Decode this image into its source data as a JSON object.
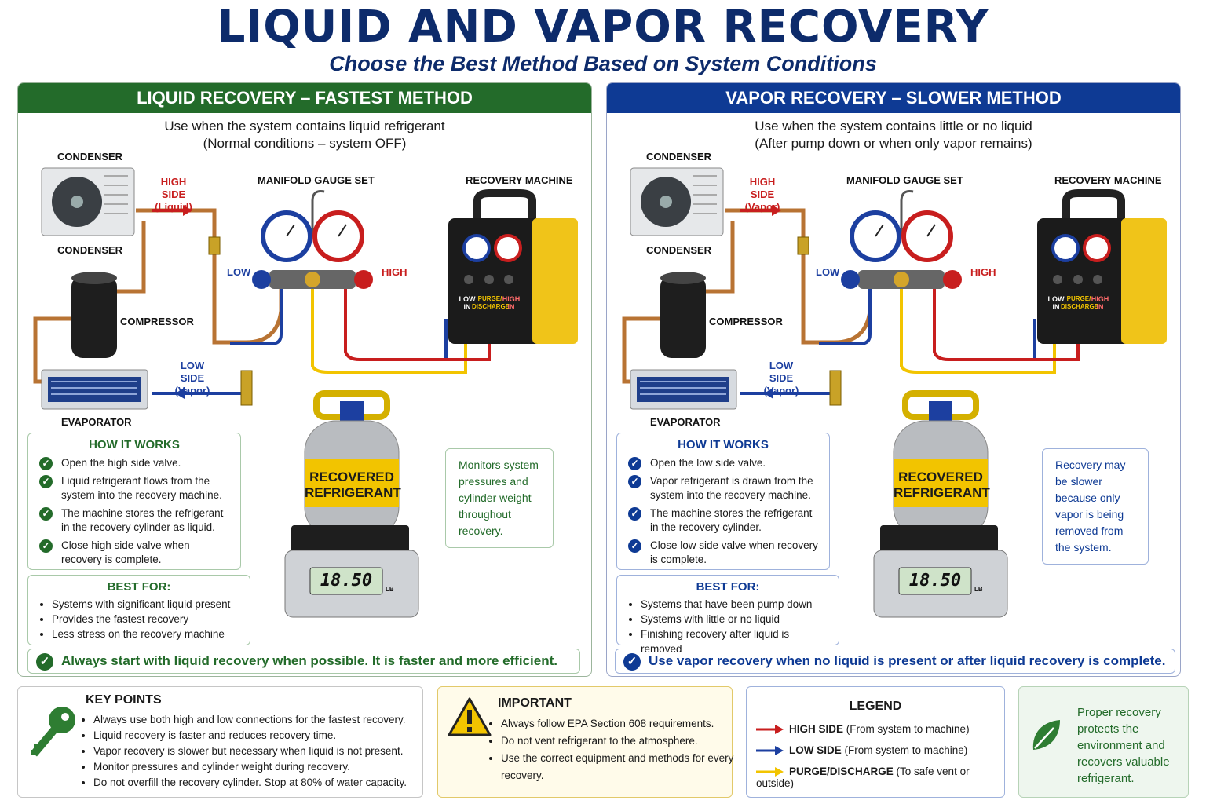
{
  "title": "LIQUID AND VAPOR RECOVERY",
  "subtitle": "Choose the Best Method Based on System Conditions",
  "colors": {
    "green": "#236b2a",
    "blue": "#0e3a94",
    "red": "#c81e1e",
    "yellow": "#f2c400"
  },
  "liquid": {
    "heading": "LIQUID RECOVERY – FASTEST METHOD",
    "use_line1": "Use when the system contains liquid refrigerant",
    "use_line2": "(Normal conditions – system OFF)",
    "condenser_top": "CONDENSER",
    "condenser_bottom": "CONDENSER",
    "compressor": "COMPRESSOR",
    "evaporator": "EVAPORATOR",
    "high_side": "HIGH SIDE",
    "high_side_state": "(Liquid)",
    "low_side": "LOW SIDE",
    "low_side_state": "(Vapor)",
    "manifold": "MANIFOLD GAUGE SET",
    "low": "LOW",
    "high": "HIGH",
    "machine": "RECOVERY MACHINE",
    "port_low_1": "LOW",
    "port_low_2": "IN",
    "port_purge_1": "PURGE/",
    "port_purge_2": "DISCHARGE",
    "port_high_1": "HIGH",
    "port_high_2": "IN",
    "cylinder_1": "RECOVERED",
    "cylinder_2": "REFRIGERANT",
    "scale_reading": "18.50",
    "scale_unit": "LB",
    "how_title": "HOW IT WORKS",
    "steps": [
      "Open the high side valve.",
      "Liquid refrigerant flows from the system into the recovery machine.",
      "The machine stores the refrigerant in the recovery cylinder as liquid.",
      "Close high side valve when recovery is complete."
    ],
    "best_title": "BEST FOR:",
    "best": [
      "Systems with significant liquid present",
      "Provides the fastest recovery",
      "Less stress on the recovery machine"
    ],
    "note": "Monitors system pressures and cylinder weight throughout recovery.",
    "footer": "Always start with liquid recovery when possible. It is faster and more efficient."
  },
  "vapor": {
    "heading": "VAPOR RECOVERY – SLOWER METHOD",
    "use_line1": "Use when the system contains little or no liquid",
    "use_line2": "(After pump down or when only vapor remains)",
    "condenser_top": "CONDENSER",
    "condenser_bottom": "CONDENSER",
    "compressor": "COMPRESSOR",
    "evaporator": "EVAPORATOR",
    "high_side": "HIGH SIDE",
    "high_side_state": "(Vapor)",
    "low_side": "LOW SIDE",
    "low_side_state": "(Vapor)",
    "manifold": "MANIFOLD GAUGE SET",
    "low": "LOW",
    "high": "HIGH",
    "machine": "RECOVERY MACHINE",
    "port_low_1": "LOW",
    "port_low_2": "IN",
    "port_purge_1": "PURGE/",
    "port_purge_2": "DISCHARGE",
    "port_high_1": "HIGH",
    "port_high_2": "IN",
    "cylinder_1": "RECOVERED",
    "cylinder_2": "REFRIGERANT",
    "scale_reading": "18.50",
    "scale_unit": "LB",
    "how_title": "HOW IT WORKS",
    "steps": [
      "Open the low side valve.",
      "Vapor refrigerant is drawn from the system into the recovery machine.",
      "The machine stores the refrigerant in the recovery cylinder.",
      "Close low side valve when recovery is complete."
    ],
    "best_title": "BEST FOR:",
    "best": [
      "Systems that have been pump down",
      "Systems with little or no liquid",
      "Finishing recovery after liquid is removed"
    ],
    "note": "Recovery may be slower because only vapor is being removed from the system.",
    "footer": "Use vapor recovery when no liquid is present or after liquid recovery is complete."
  },
  "key_points": {
    "title": "KEY POINTS",
    "icon": "key-icon",
    "items": [
      "Always use both high and low connections for the fastest recovery.",
      "Liquid recovery is faster and reduces recovery time.",
      "Vapor recovery is slower but necessary when liquid is not present.",
      "Monitor pressures and cylinder weight during recovery.",
      "Do not overfill the recovery cylinder. Stop at 80% of water capacity."
    ]
  },
  "important": {
    "title": "IMPORTANT",
    "icon": "warning-icon",
    "items": [
      "Always follow EPA Section 608 requirements.",
      "Do not vent refrigerant to the atmosphere.",
      "Use the correct equipment and methods for every recovery."
    ]
  },
  "legend": {
    "title": "LEGEND",
    "rows": [
      {
        "label": "HIGH SIDE",
        "desc": "(From system to machine)",
        "color": "#c81e1e"
      },
      {
        "label": "LOW SIDE",
        "desc": "(From system to machine)",
        "color": "#1c3fa0"
      },
      {
        "label": "PURGE/DISCHARGE",
        "desc": "(To safe vent or outside)",
        "color": "#f2c400"
      }
    ]
  },
  "eco": {
    "icon": "leaf-icon",
    "text": "Proper recovery protects the environment and recovers valuable refrigerant."
  }
}
